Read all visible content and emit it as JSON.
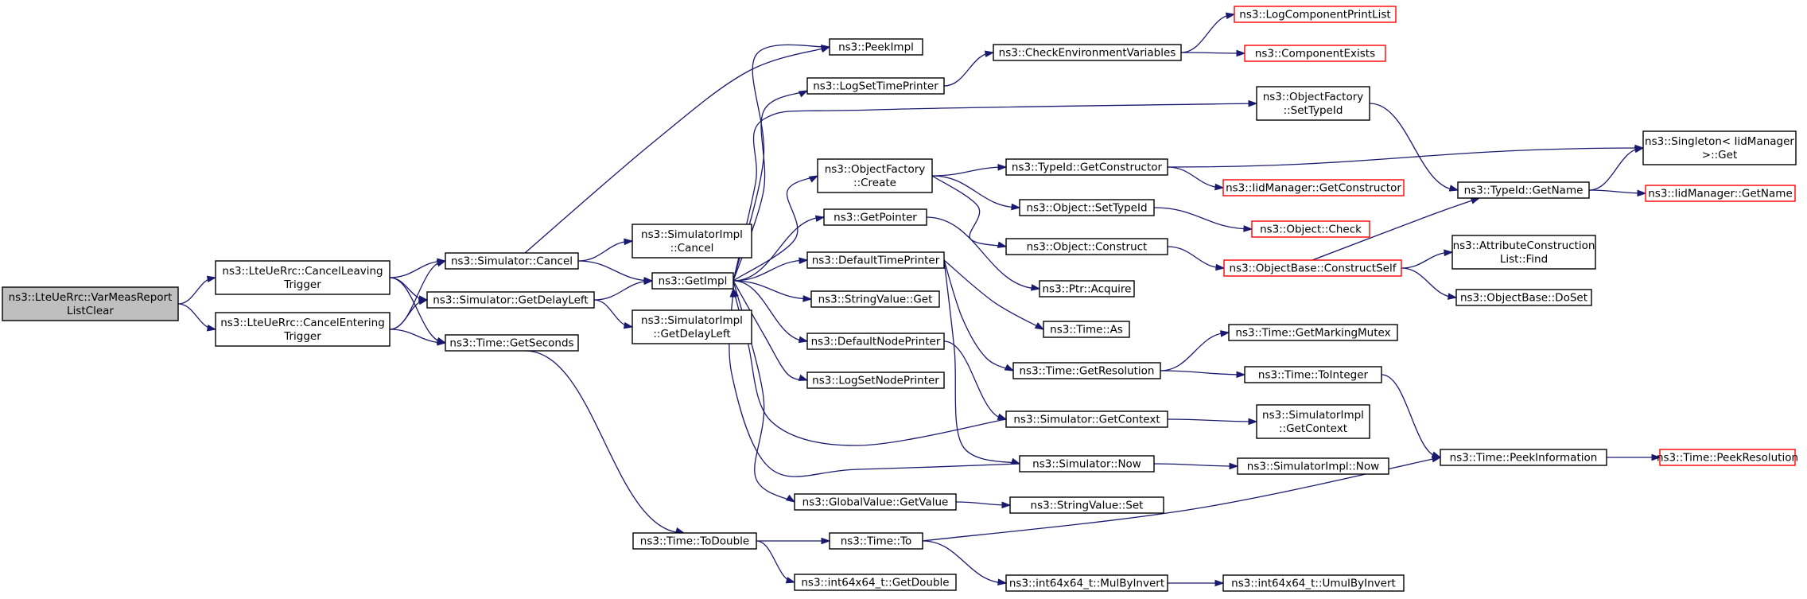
{
  "colors": {
    "edge": "#191970",
    "node_border": "#000000",
    "root_fill": "#bfbfbf",
    "external_border": "#ff0000"
  },
  "nodes": [
    {
      "id": "root",
      "lines": [
        "ns3::LteUeRrc::VarMeasReport",
        "ListClear"
      ],
      "style": "root"
    },
    {
      "id": "cancelLeaving",
      "lines": [
        "ns3::LteUeRrc::CancelLeaving",
        "Trigger"
      ]
    },
    {
      "id": "cancelEntering",
      "lines": [
        "ns3::LteUeRrc::CancelEntering",
        "Trigger"
      ]
    },
    {
      "id": "simCancel",
      "lines": [
        "ns3::Simulator::Cancel"
      ]
    },
    {
      "id": "simGetDelayLeft",
      "lines": [
        "ns3::Simulator::GetDelayLeft"
      ]
    },
    {
      "id": "timeGetSeconds",
      "lines": [
        "ns3::Time::GetSeconds"
      ]
    },
    {
      "id": "simImplCancel",
      "lines": [
        "ns3::SimulatorImpl",
        "::Cancel"
      ]
    },
    {
      "id": "getImpl",
      "lines": [
        "ns3::GetImpl"
      ]
    },
    {
      "id": "simImplGetDelayLeft",
      "lines": [
        "ns3::SimulatorImpl",
        "::GetDelayLeft"
      ]
    },
    {
      "id": "timeToDouble",
      "lines": [
        "ns3::Time::ToDouble"
      ]
    },
    {
      "id": "peekImpl",
      "lines": [
        "ns3::PeekImpl"
      ]
    },
    {
      "id": "logSetTimePrinter",
      "lines": [
        "ns3::LogSetTimePrinter"
      ]
    },
    {
      "id": "ofCreate",
      "lines": [
        "ns3::ObjectFactory",
        "::Create"
      ]
    },
    {
      "id": "getPointer",
      "lines": [
        "ns3::GetPointer"
      ]
    },
    {
      "id": "defaultTimePrinter",
      "lines": [
        "ns3::DefaultTimePrinter"
      ]
    },
    {
      "id": "stringValueGet",
      "lines": [
        "ns3::StringValue::Get"
      ]
    },
    {
      "id": "defaultNodePrinter",
      "lines": [
        "ns3::DefaultNodePrinter"
      ]
    },
    {
      "id": "logSetNodePrinter",
      "lines": [
        "ns3::LogSetNodePrinter"
      ]
    },
    {
      "id": "globalValueGetValue",
      "lines": [
        "ns3::GlobalValue::GetValue"
      ]
    },
    {
      "id": "timeTo",
      "lines": [
        "ns3::Time::To"
      ]
    },
    {
      "id": "int64GetDouble",
      "lines": [
        "ns3::int64x64_t::GetDouble"
      ]
    },
    {
      "id": "checkEnv",
      "lines": [
        "ns3::CheckEnvironmentVariables"
      ]
    },
    {
      "id": "typeIdGetConstructor",
      "lines": [
        "ns3::TypeId::GetConstructor"
      ]
    },
    {
      "id": "objectSetTypeId",
      "lines": [
        "ns3::Object::SetTypeId"
      ]
    },
    {
      "id": "objectConstruct",
      "lines": [
        "ns3::Object::Construct"
      ]
    },
    {
      "id": "ptrAcquire",
      "lines": [
        "ns3::Ptr::Acquire"
      ]
    },
    {
      "id": "timeAs",
      "lines": [
        "ns3::Time::As"
      ]
    },
    {
      "id": "timeGetResolution",
      "lines": [
        "ns3::Time::GetResolution"
      ]
    },
    {
      "id": "simGetContext",
      "lines": [
        "ns3::Simulator::GetContext"
      ]
    },
    {
      "id": "simNow",
      "lines": [
        "ns3::Simulator::Now"
      ]
    },
    {
      "id": "stringValueSet",
      "lines": [
        "ns3::StringValue::Set"
      ]
    },
    {
      "id": "int64MulByInvert",
      "lines": [
        "ns3::int64x64_t::MulByInvert"
      ]
    },
    {
      "id": "logComponentPrintList",
      "lines": [
        "ns3::LogComponentPrintList"
      ],
      "style": "red"
    },
    {
      "id": "componentExists",
      "lines": [
        "ns3::ComponentExists"
      ],
      "style": "red"
    },
    {
      "id": "ofSetTypeId",
      "lines": [
        "ns3::ObjectFactory",
        "::SetTypeId"
      ]
    },
    {
      "id": "iidGetConstructor",
      "lines": [
        "ns3::IidManager::GetConstructor"
      ],
      "style": "red"
    },
    {
      "id": "objectCheck",
      "lines": [
        "ns3::Object::Check"
      ],
      "style": "red"
    },
    {
      "id": "objectBaseConstructSelf",
      "lines": [
        "ns3::ObjectBase::ConstructSelf"
      ],
      "style": "red"
    },
    {
      "id": "timeGetMarkingMutex",
      "lines": [
        "ns3::Time::GetMarkingMutex"
      ]
    },
    {
      "id": "timeToInteger",
      "lines": [
        "ns3::Time::ToInteger"
      ]
    },
    {
      "id": "simImplGetContext",
      "lines": [
        "ns3::SimulatorImpl",
        "::GetContext"
      ]
    },
    {
      "id": "simImplNow",
      "lines": [
        "ns3::SimulatorImpl::Now"
      ]
    },
    {
      "id": "int64UmulByInvert",
      "lines": [
        "ns3::int64x64_t::UmulByInvert"
      ]
    },
    {
      "id": "singletonGet",
      "lines": [
        "ns3::Singleton< IidManager",
        ">::Get"
      ]
    },
    {
      "id": "typeIdGetName",
      "lines": [
        "ns3::TypeId::GetName"
      ]
    },
    {
      "id": "attrConstructionFind",
      "lines": [
        "ns3::AttributeConstruction",
        "List::Find"
      ]
    },
    {
      "id": "objectBaseDoSet",
      "lines": [
        "ns3::ObjectBase::DoSet"
      ]
    },
    {
      "id": "timePeekInformation",
      "lines": [
        "ns3::Time::PeekInformation"
      ]
    },
    {
      "id": "iidGetName",
      "lines": [
        "ns3::IidManager::GetName"
      ],
      "style": "red"
    },
    {
      "id": "timePeekResolution",
      "lines": [
        "ns3::Time::PeekResolution"
      ],
      "style": "red"
    }
  ],
  "edges": [
    [
      "root",
      "cancelLeaving"
    ],
    [
      "root",
      "cancelEntering"
    ],
    [
      "cancelLeaving",
      "simCancel"
    ],
    [
      "cancelLeaving",
      "simGetDelayLeft"
    ],
    [
      "cancelLeaving",
      "timeGetSeconds"
    ],
    [
      "cancelEntering",
      "simCancel"
    ],
    [
      "cancelEntering",
      "simGetDelayLeft"
    ],
    [
      "cancelEntering",
      "timeGetSeconds"
    ],
    [
      "simCancel",
      "peekImpl"
    ],
    [
      "simCancel",
      "simImplCancel"
    ],
    [
      "simCancel",
      "getImpl"
    ],
    [
      "simGetDelayLeft",
      "getImpl"
    ],
    [
      "simGetDelayLeft",
      "simImplGetDelayLeft"
    ],
    [
      "timeGetSeconds",
      "timeToDouble"
    ],
    [
      "getImpl",
      "peekImpl"
    ],
    [
      "getImpl",
      "logSetTimePrinter"
    ],
    [
      "getImpl",
      "ofSetTypeId"
    ],
    [
      "getImpl",
      "ofCreate"
    ],
    [
      "getImpl",
      "getPointer"
    ],
    [
      "getImpl",
      "defaultTimePrinter"
    ],
    [
      "getImpl",
      "stringValueGet"
    ],
    [
      "getImpl",
      "defaultNodePrinter"
    ],
    [
      "getImpl",
      "logSetNodePrinter"
    ],
    [
      "getImpl",
      "globalValueGetValue"
    ],
    [
      "logSetTimePrinter",
      "checkEnv"
    ],
    [
      "checkEnv",
      "logComponentPrintList"
    ],
    [
      "checkEnv",
      "componentExists"
    ],
    [
      "ofSetTypeId",
      "typeIdGetName"
    ],
    [
      "ofCreate",
      "typeIdGetConstructor"
    ],
    [
      "ofCreate",
      "objectSetTypeId"
    ],
    [
      "ofCreate",
      "objectConstruct"
    ],
    [
      "getPointer",
      "ptrAcquire"
    ],
    [
      "defaultTimePrinter",
      "timeAs"
    ],
    [
      "defaultTimePrinter",
      "timeGetResolution"
    ],
    [
      "defaultTimePrinter",
      "simNow"
    ],
    [
      "defaultNodePrinter",
      "simGetContext"
    ],
    [
      "globalValueGetValue",
      "stringValueSet"
    ],
    [
      "typeIdGetConstructor",
      "singletonGet"
    ],
    [
      "typeIdGetConstructor",
      "iidGetConstructor"
    ],
    [
      "objectSetTypeId",
      "objectCheck"
    ],
    [
      "objectConstruct",
      "objectBaseConstructSelf"
    ],
    [
      "objectBaseConstructSelf",
      "typeIdGetName"
    ],
    [
      "objectBaseConstructSelf",
      "attrConstructionFind"
    ],
    [
      "objectBaseConstructSelf",
      "objectBaseDoSet"
    ],
    [
      "timeGetResolution",
      "timeGetMarkingMutex"
    ],
    [
      "timeGetResolution",
      "timeToInteger"
    ],
    [
      "timeToInteger",
      "timePeekInformation"
    ],
    [
      "simGetContext",
      "getImpl"
    ],
    [
      "simGetContext",
      "simImplGetContext"
    ],
    [
      "simNow",
      "getImpl"
    ],
    [
      "simNow",
      "simImplNow"
    ],
    [
      "timeToDouble",
      "timeTo"
    ],
    [
      "timeToDouble",
      "int64GetDouble"
    ],
    [
      "timeTo",
      "timePeekInformation"
    ],
    [
      "timeTo",
      "int64MulByInvert"
    ],
    [
      "int64MulByInvert",
      "int64UmulByInvert"
    ],
    [
      "typeIdGetName",
      "singletonGet"
    ],
    [
      "typeIdGetName",
      "iidGetName"
    ],
    [
      "timePeekInformation",
      "timePeekResolution"
    ]
  ]
}
